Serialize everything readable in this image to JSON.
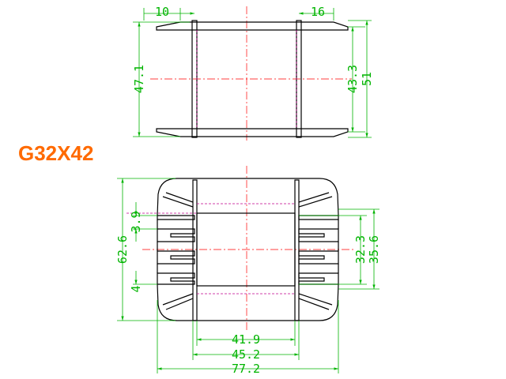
{
  "title": "G32X42",
  "top_view": {
    "dim_left_width": "10",
    "dim_right_width": "16",
    "dim_left_height": "47.1",
    "dim_inner_height": "43.3",
    "dim_outer_height": "51"
  },
  "front_view": {
    "dim_slot_a": "3.9",
    "dim_slot_b": "4",
    "dim_height": "62.6",
    "dim_inner_1": "32.3",
    "dim_inner_2": "35.6",
    "dim_width_1": "41.9",
    "dim_width_2": "45.2",
    "dim_width_3": "77.2"
  },
  "colors": {
    "outline": "#000000",
    "dimension": "#00b400",
    "centerline": "#ff0000",
    "hidden": "#c0008c",
    "title": "#ff6a00"
  }
}
